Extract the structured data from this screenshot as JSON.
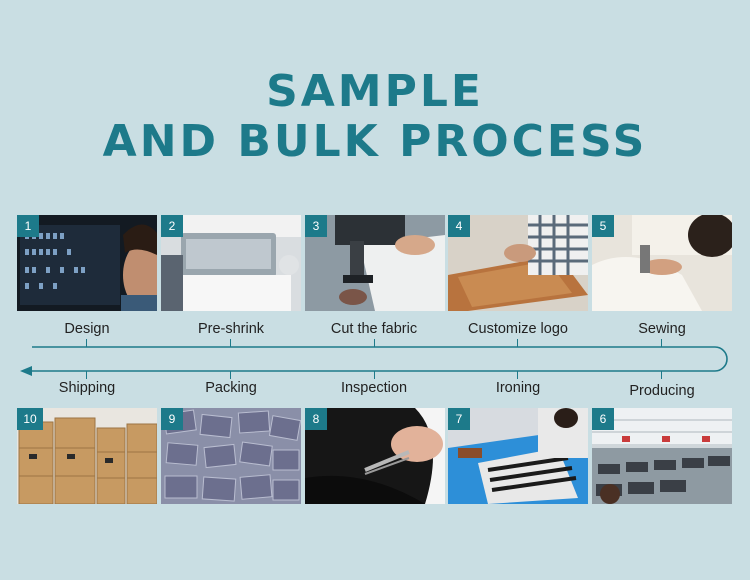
{
  "title": {
    "line1": "SAMPLE",
    "line2": "AND BULK PROCESS"
  },
  "accent_color": "#1d7a8a",
  "background_color": "#c9dee3",
  "steps_top": [
    {
      "number": "1",
      "label": "Design",
      "photo": "computer-screen-design"
    },
    {
      "number": "2",
      "label": "Pre-shrink",
      "photo": "pre-shrink-machine"
    },
    {
      "number": "3",
      "label": "Cut the fabric",
      "photo": "fabric-cutting"
    },
    {
      "number": "4",
      "label": "Customize logo",
      "photo": "logo-printing"
    },
    {
      "number": "5",
      "label": "Sewing",
      "photo": "sewing-machine"
    }
  ],
  "steps_bottom": [
    {
      "number": "10",
      "label": "Shipping",
      "photo": "shipping-boxes"
    },
    {
      "number": "9",
      "label": "Packing",
      "photo": "packed-garments"
    },
    {
      "number": "8",
      "label": "Inspection",
      "photo": "thread-trimming"
    },
    {
      "number": "7",
      "label": "Ironing",
      "photo": "ironing-table"
    },
    {
      "number": "6",
      "label": "Producing",
      "photo": "factory-floor"
    }
  ]
}
